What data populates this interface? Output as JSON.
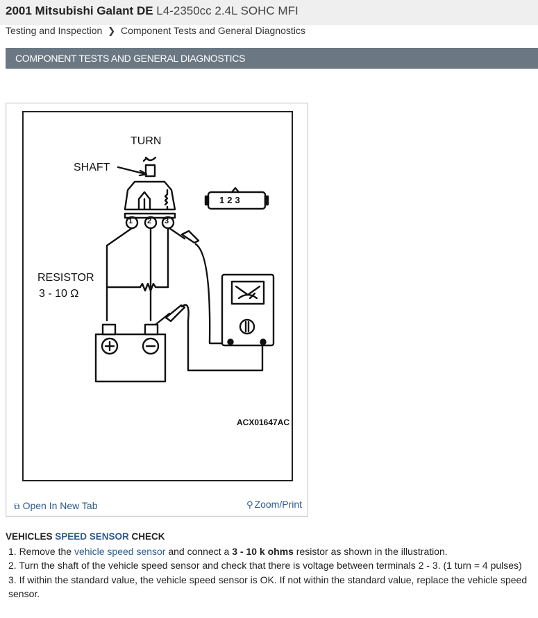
{
  "header": {
    "vehicle": "2001 Mitsubishi Galant DE",
    "engine": "L4-2350cc 2.4L SOHC MFI"
  },
  "breadcrumb": {
    "item1": "Testing and Inspection",
    "item2": "Component Tests and General Diagnostics"
  },
  "section": {
    "title": "COMPONENT TESTS AND GENERAL DIAGNOSTICS"
  },
  "figure": {
    "labels": {
      "turn": "TURN",
      "shaft": "SHAFT",
      "resistor": "RESISTOR",
      "resistance": "3 - 10 Ω",
      "term1": "1",
      "term2": "2",
      "term3": "3",
      "code": "ACX01647AC"
    },
    "open_new_tab": "Open In New Tab",
    "zoom_print": "Zoom/Print"
  },
  "content": {
    "heading_pre": "VEHICLES ",
    "heading_link": "SPEED SENSOR",
    "heading_post": " CHECK",
    "step1_pre": "1. Remove the ",
    "step1_link": "vehicle speed sensor",
    "step1_mid": " and connect a ",
    "step1_bold": "3 - 10 k ohms",
    "step1_post": " resistor as shown in the illustration.",
    "step2": "2. Turn the shaft of the vehicle speed sensor and check that there is voltage between terminals 2 - 3. (1 turn = 4 pulses)",
    "step3": "3. If within the standard value, the vehicle speed sensor is OK. If not within the standard value, replace the vehicle speed sensor."
  },
  "icons": {
    "open_tab": "open-in-new-tab-icon",
    "zoom": "magnifier-zoom-icon",
    "breadcrumb_sep": "chevron-right-icon"
  },
  "colors": {
    "link": "#2d5a8c",
    "section_bar": "#6b7884",
    "top_bar": "#efefef"
  }
}
